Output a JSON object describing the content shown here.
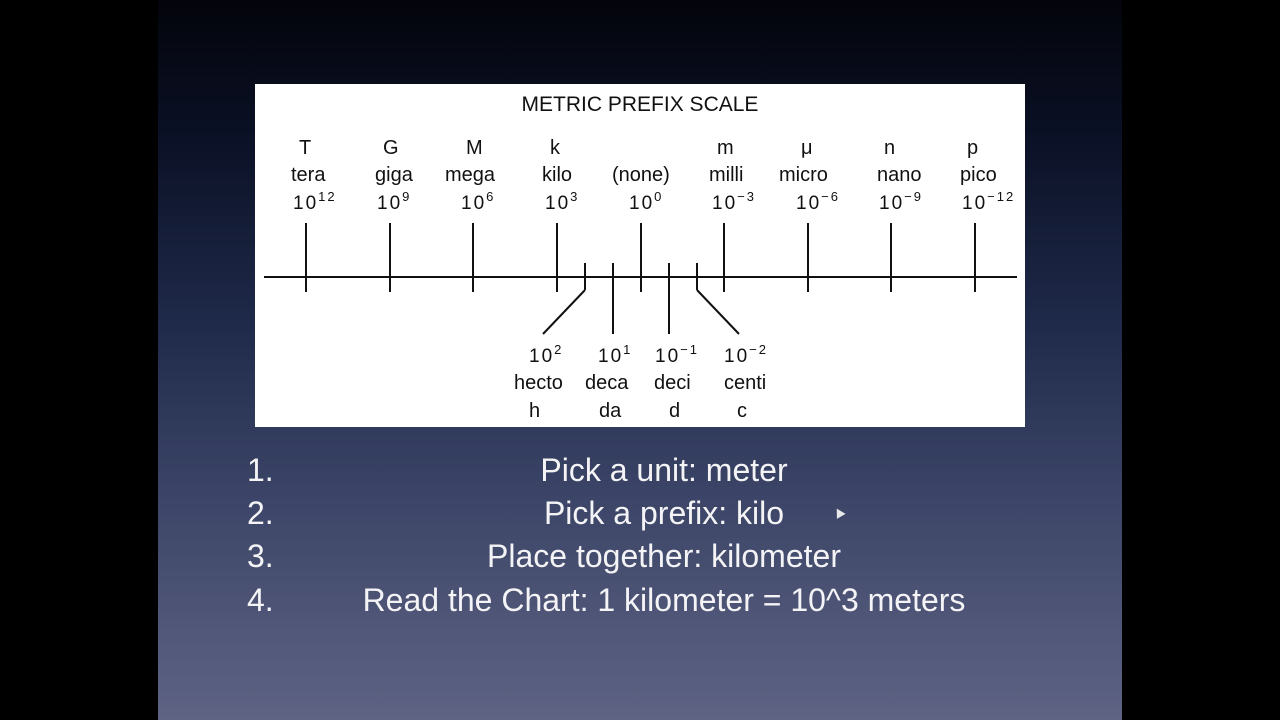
{
  "figure": {
    "title": "METRIC PREFIX SCALE",
    "top_prefixes": [
      {
        "symbol": "T",
        "name": "tera",
        "base": "10",
        "exp": "12"
      },
      {
        "symbol": "G",
        "name": "giga",
        "base": "10",
        "exp": "9"
      },
      {
        "symbol": "M",
        "name": "mega",
        "base": "10",
        "exp": "6"
      },
      {
        "symbol": "k",
        "name": "kilo",
        "base": "10",
        "exp": "3"
      },
      {
        "symbol": "",
        "name": "(none)",
        "base": "10",
        "exp": "0"
      },
      {
        "symbol": "m",
        "name": "milli",
        "base": "10",
        "exp": "−3"
      },
      {
        "symbol": "μ",
        "name": "micro",
        "base": "10",
        "exp": "−6"
      },
      {
        "symbol": "n",
        "name": "nano",
        "base": "10",
        "exp": "−9"
      },
      {
        "symbol": "p",
        "name": "pico",
        "base": "10",
        "exp": "−12"
      }
    ],
    "bottom_prefixes": [
      {
        "base": "10",
        "exp": "2",
        "name": "hecto",
        "symbol": "h"
      },
      {
        "base": "10",
        "exp": "1",
        "name": "deca",
        "symbol": "da"
      },
      {
        "base": "10",
        "exp": "−1",
        "name": "deci",
        "symbol": "d"
      },
      {
        "base": "10",
        "exp": "−2",
        "name": "centi",
        "symbol": "c"
      }
    ]
  },
  "steps": [
    {
      "number": "1.",
      "text": "Pick a unit: meter"
    },
    {
      "number": "2.",
      "text": "Pick a prefix: kilo"
    },
    {
      "number": "3.",
      "text": "Place together: kilometer"
    },
    {
      "number": "4.",
      "text": "Read the Chart: 1 kilometer = 10^3 meters"
    }
  ],
  "colors": {
    "slide_top": "#03040b",
    "slide_bottom": "#5e6384",
    "text": "#f4f4f6"
  }
}
